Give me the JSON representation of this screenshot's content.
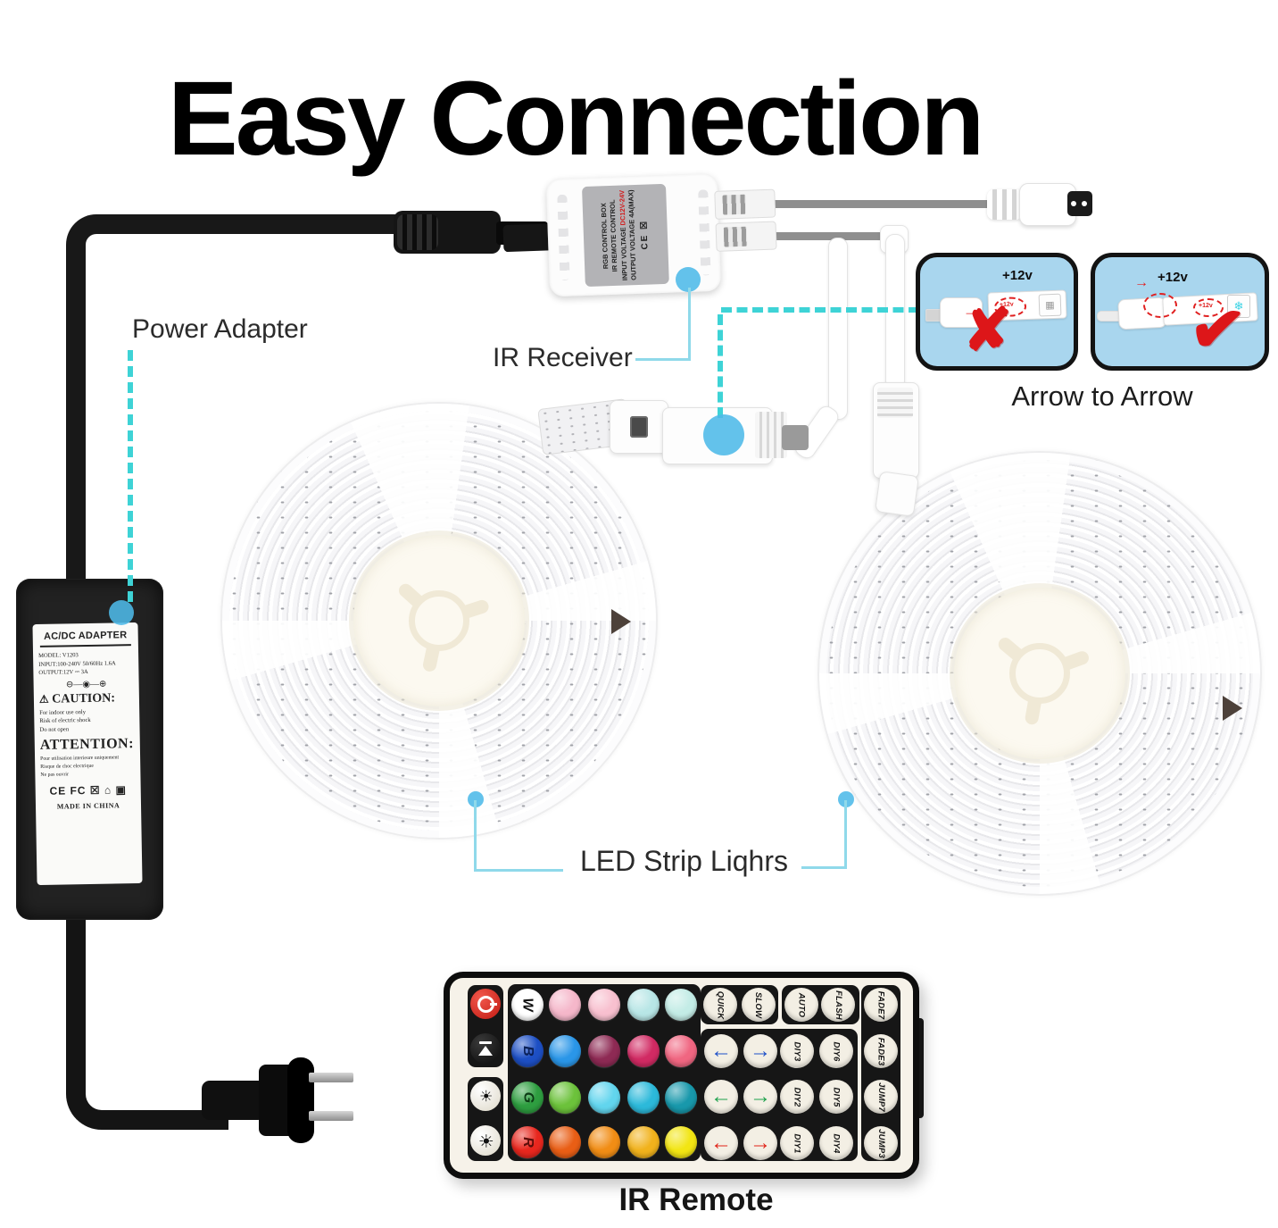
{
  "title": "Easy Connection",
  "captions": {
    "power_adapter": "Power Adapter",
    "ir_receiver": "IR Receiver",
    "led_strips": "LED Strip Liqhrs",
    "arrow_to_arrow": "Arrow to Arrow",
    "ir_remote": "IR Remote"
  },
  "adapter": {
    "heading": "AC/DC ADAPTER",
    "model": "MODEL:  V1203",
    "input": "INPUT:100-240V 50/60Hz 1.6A",
    "output": "OUTPUT:12V ⎓ 3A",
    "polarity": "⊖—◉—⊕",
    "warning_icon": "⚠",
    "caution_title": "CAUTION:",
    "caution_lines": [
      "For indoor use only",
      "Risk of electric shock",
      "Do not open"
    ],
    "attention_title": "ATTENTION:",
    "attention_lines": [
      "Pour utilisation interieure uniquement",
      "Risque de choc electrique",
      "Ne pas ouvrir"
    ],
    "certs": "CE FC ☒ ⌂ ▣",
    "made_in": "MADE IN CHINA"
  },
  "controller": {
    "line1": "RGB CONTROL BOX",
    "line2": "IR REMOTE CONTROL",
    "line3_prefix": "INPUT VOLTAGE ",
    "line3_red": "DC12V-24V",
    "line4": "OUTPUT VOLTAGE 4A(MAX)",
    "badges": "CE ☒"
  },
  "insets": {
    "wrong": {
      "voltage": "+12v",
      "chip_voltage": "+12v",
      "mark": "✘",
      "arrow": "→"
    },
    "right": {
      "voltage": "+12v",
      "chip_voltage": "+12v",
      "mark": "✔",
      "arrow": "→",
      "snowflake": "❄"
    }
  },
  "remote": {
    "icons": {
      "power": "power-icon",
      "play": "play-pause-icon",
      "bright_up": "brightness-up-icon",
      "bright_down": "brightness-down-icon"
    },
    "brightness_glyph": "☀",
    "letters": [
      "W",
      "B",
      "G",
      "R"
    ],
    "letter_colors": [
      "#ffffff",
      "#1d4fc4",
      "#2e9e40",
      "#e8271e"
    ],
    "letter_text_colors": [
      "#111111",
      "#0a1f55",
      "#0c3a14",
      "#5c0d0a"
    ],
    "colors": [
      [
        "#f5b7ca",
        "#f8c0cf",
        "#b8e6e6",
        "#c3ece6"
      ],
      [
        "#2a96e8",
        "#8e2a54",
        "#d12a63",
        "#f06681"
      ],
      [
        "#6cc23b",
        "#62d5ee",
        "#2cb9da",
        "#1898ab"
      ],
      [
        "#e95e15",
        "#f18d15",
        "#f1b21c",
        "#f2e513"
      ]
    ],
    "fn_top": [
      "QUICK",
      "SLOW",
      "AUTO",
      "FLASH"
    ],
    "fn_right": [
      "FADE7",
      "FADE3",
      "JUMP7",
      "JUMP3"
    ],
    "arrows": [
      [
        "←",
        "→"
      ],
      [
        "←",
        "→"
      ],
      [
        "←",
        "→"
      ]
    ],
    "arrow_colors": [
      "#1e50c8",
      "#1da14c",
      "#e02318"
    ],
    "diy": [
      [
        "DIY3",
        "DIY6"
      ],
      [
        "DIY2",
        "DIY5"
      ],
      [
        "DIY1",
        "DIY4"
      ]
    ]
  },
  "accent_colors": {
    "cyan_dot": "#4db9e8",
    "dashed_line": "#3ed3d6",
    "leader_line": "#8fd9ea",
    "inset_background": "#a9d6ee",
    "error_red": "#dd1619"
  }
}
